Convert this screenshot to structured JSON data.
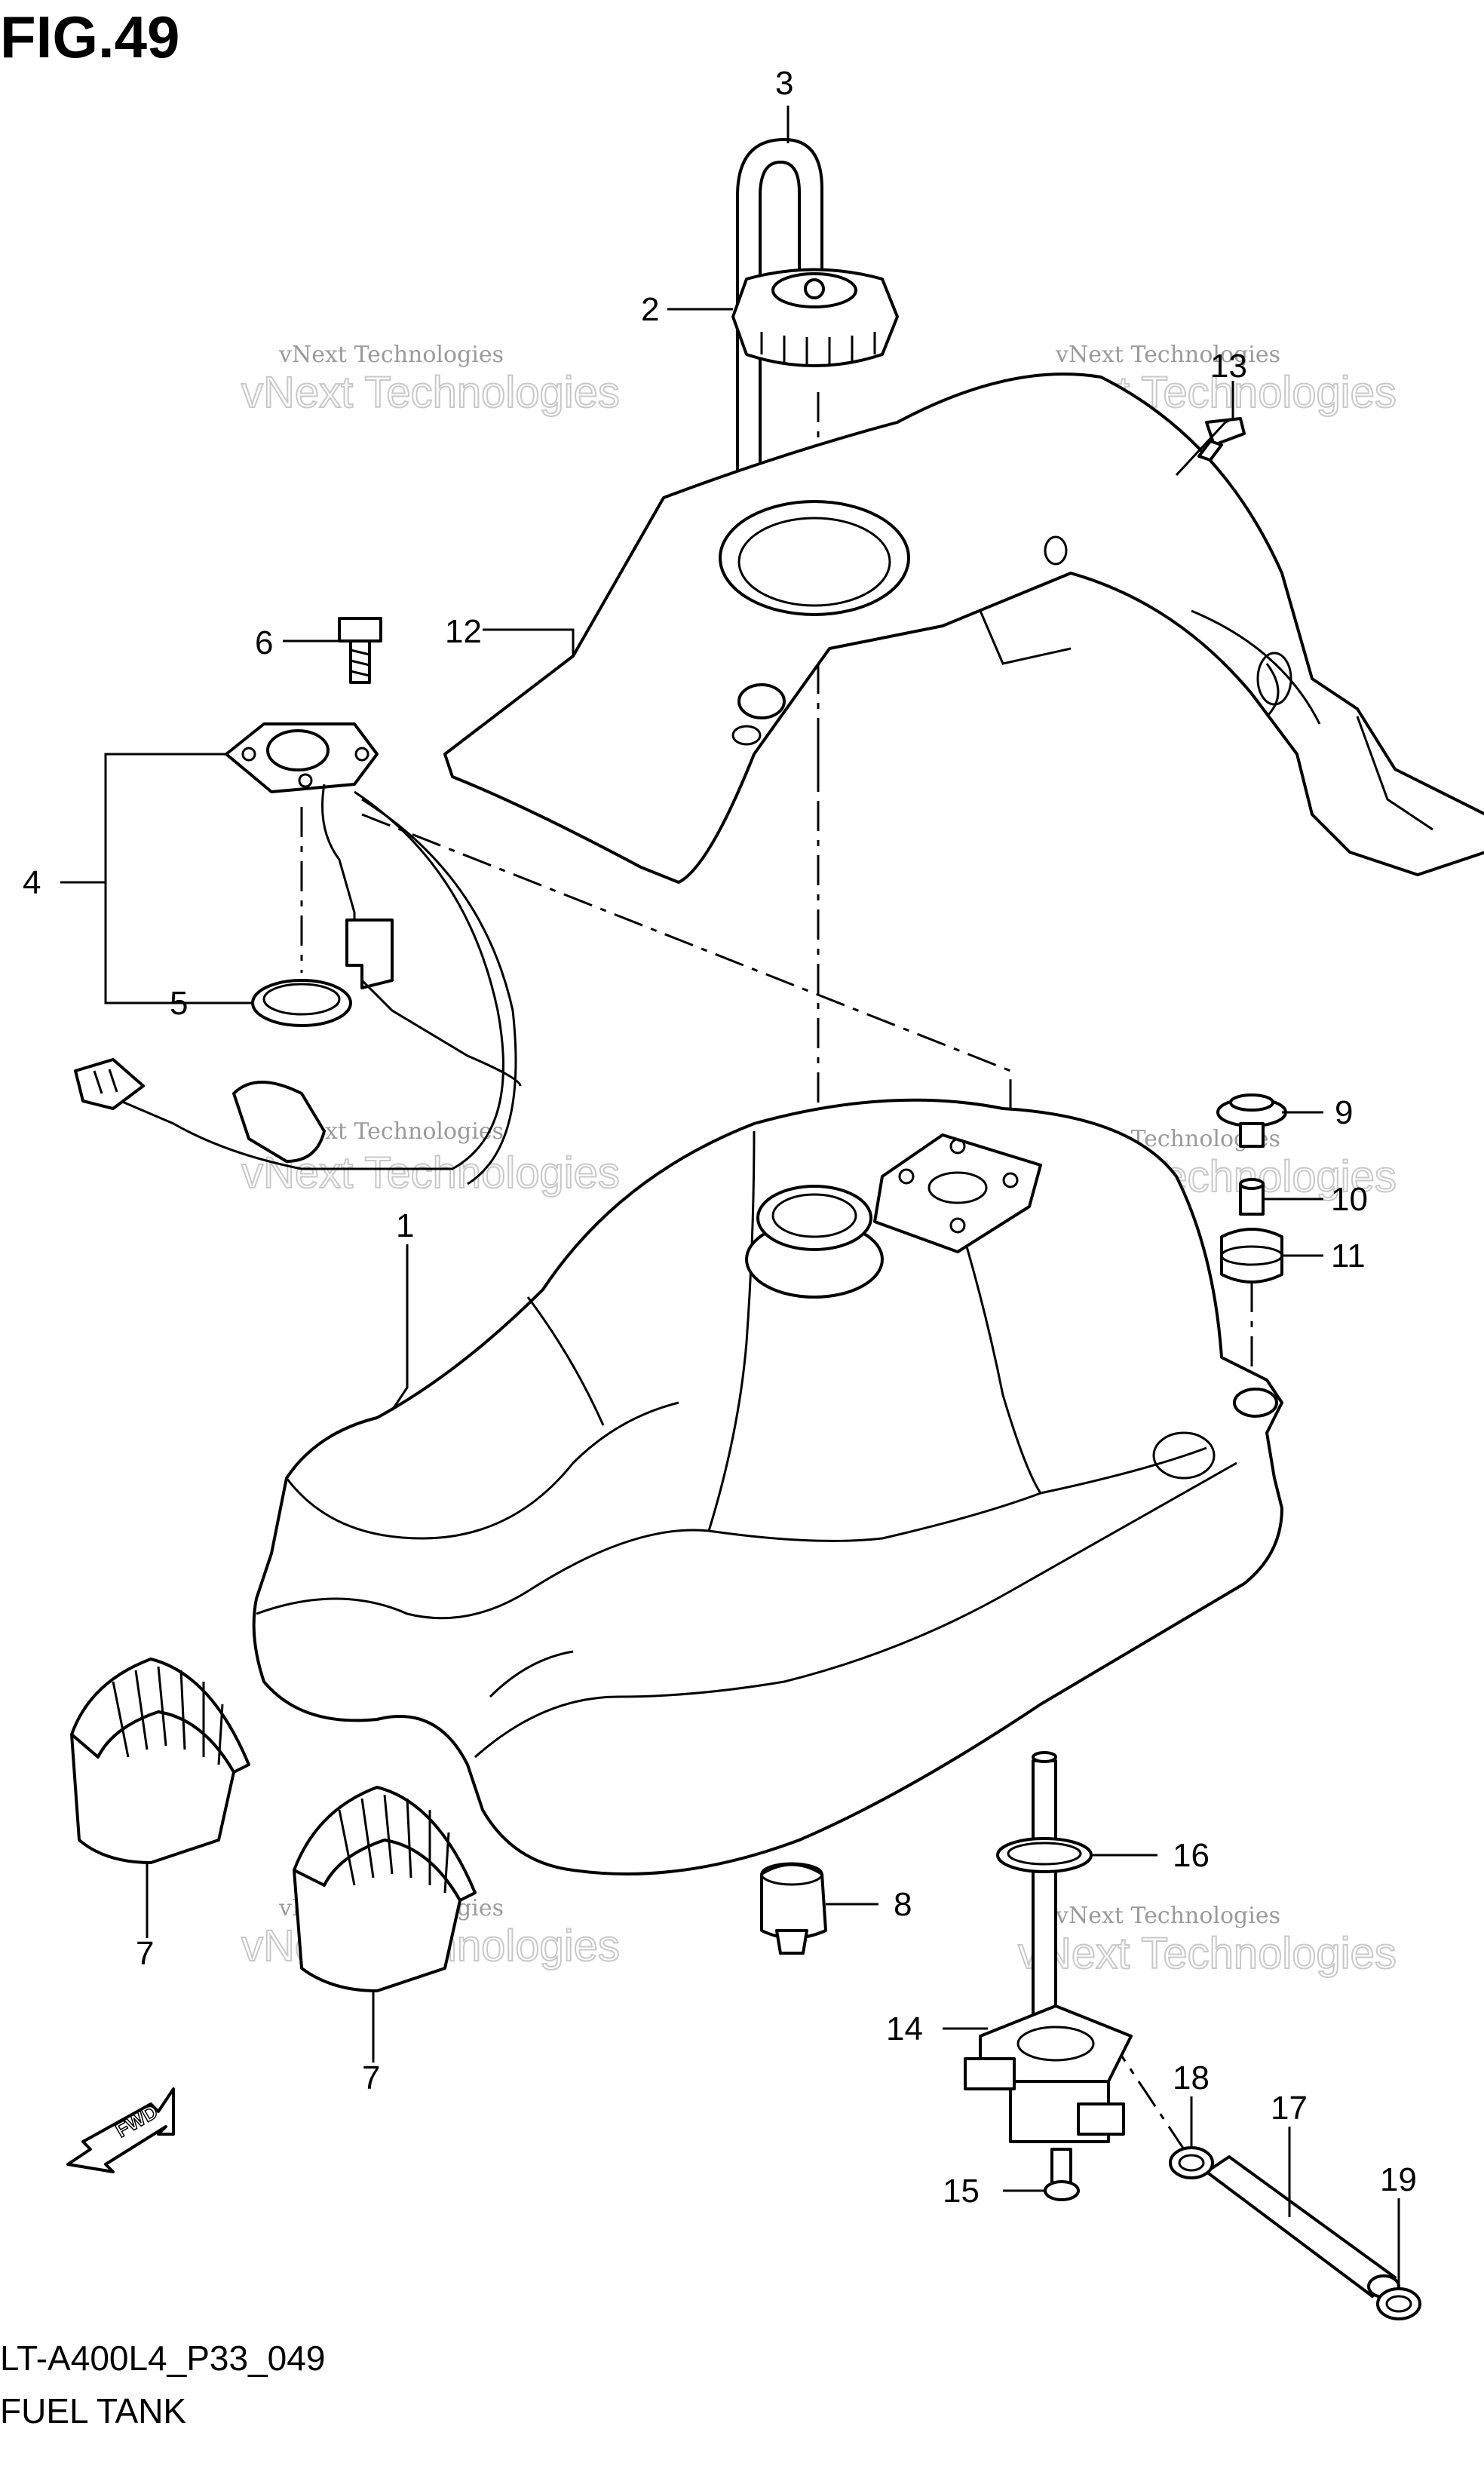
{
  "figure": {
    "title": "FIG.49",
    "model_code": "LT-A400L4_P33_049",
    "assembly_name": "FUEL TANK"
  },
  "watermark": {
    "line1": "vNext Technologies",
    "line2": "vNext Technologies"
  },
  "fwd_label": "FWD",
  "callouts": {
    "c1": "1",
    "c2": "2",
    "c3": "3",
    "c4": "4",
    "c5": "5",
    "c6": "6",
    "c7a": "7",
    "c7b": "7",
    "c8": "8",
    "c9": "9",
    "c10": "10",
    "c11": "11",
    "c12": "12",
    "c13": "13",
    "c14": "14",
    "c15": "15",
    "c16": "16",
    "c17": "17",
    "c18": "18",
    "c19": "19"
  }
}
